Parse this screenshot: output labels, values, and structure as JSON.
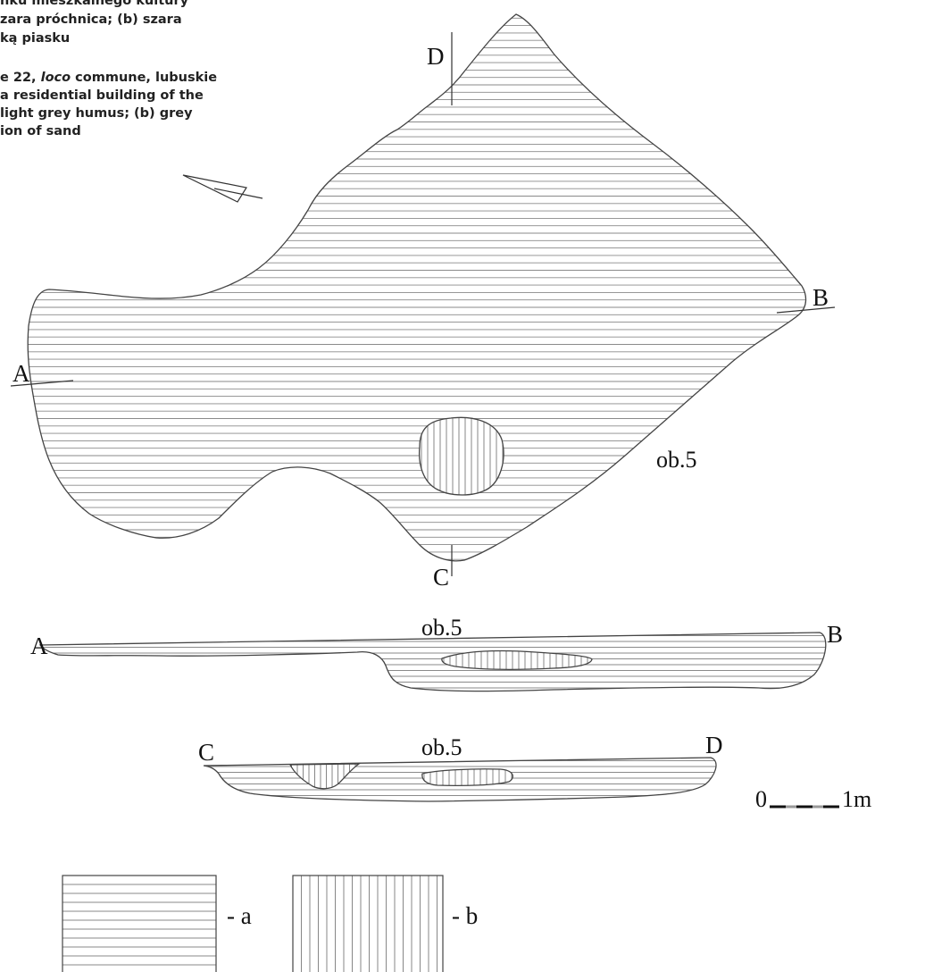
{
  "caption": {
    "polish_lines": [
      "nku mieszkalnego kultury",
      "zara próchnica; (b) szara",
      "ką piasku"
    ],
    "english_lines": [
      "e 22, ",
      "loco",
      " commune, lubuskie",
      "a residential building of the",
      "light grey humus; (b) grey",
      "ion of sand"
    ]
  },
  "plan": {
    "feature_label": "ob.5",
    "section_letters": {
      "a": "A",
      "b": "B",
      "c": "C",
      "d": "D"
    }
  },
  "sections": {
    "ab": {
      "left": "A",
      "right": "B",
      "feature_label": "ob.5"
    },
    "cd": {
      "left": "C",
      "right": "D",
      "feature_label": "ob.5"
    }
  },
  "scale": {
    "start": "0",
    "end": "1m"
  },
  "legend": {
    "items": [
      {
        "pattern": "horizontal",
        "label": "- a"
      },
      {
        "pattern": "vertical",
        "label": "- b"
      }
    ]
  }
}
